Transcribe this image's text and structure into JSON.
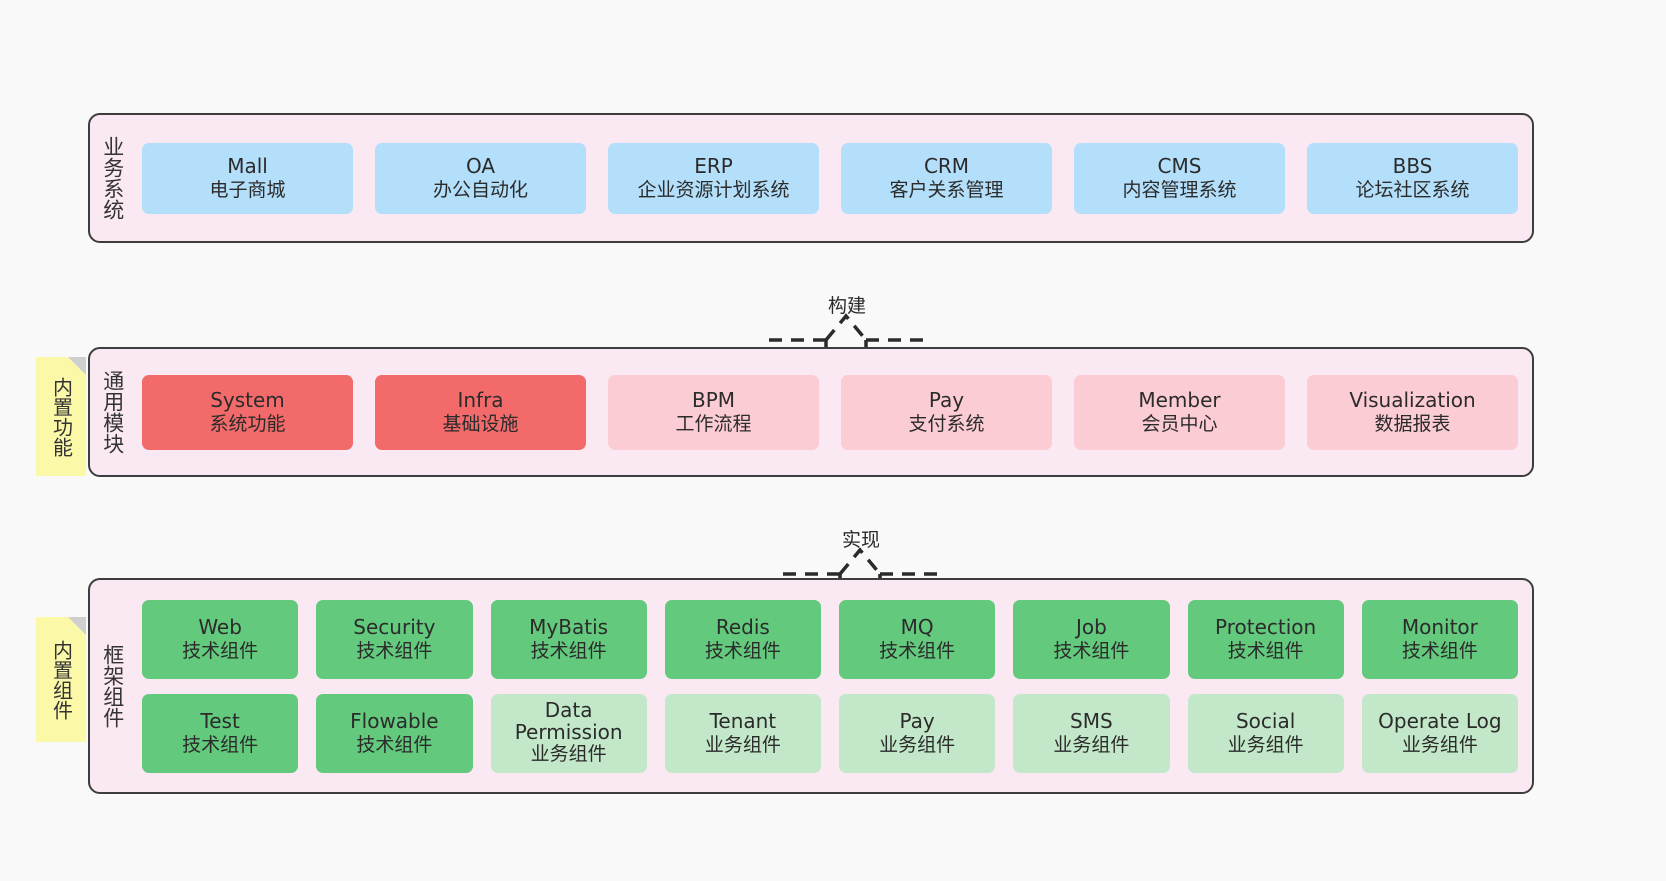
{
  "diagram": {
    "background_color": "#f9f9f9",
    "layer_fill": "#fae9f3",
    "layer_border": "#3d3d3d",
    "note_color": "#fbf8a8",
    "note_fold_color": "#cfcfcf"
  },
  "layers": [
    {
      "title": "业务系统",
      "note": null,
      "rows": [
        {
          "items": [
            {
              "en": "Mall",
              "cn": "电子商城",
              "color": "#b4dffb",
              "style": "c-blue"
            },
            {
              "en": "OA",
              "cn": "办公自动化",
              "color": "#b4dffb",
              "style": "c-blue"
            },
            {
              "en": "ERP",
              "cn": "企业资源计划系统",
              "color": "#b4dffb",
              "style": "c-blue"
            },
            {
              "en": "CRM",
              "cn": "客户关系管理",
              "color": "#b4dffb",
              "style": "c-blue"
            },
            {
              "en": "CMS",
              "cn": "内容管理系统",
              "color": "#b4dffb",
              "style": "c-blue"
            },
            {
              "en": "BBS",
              "cn": "论坛社区系统",
              "color": "#b4dffb",
              "style": "c-blue"
            }
          ]
        }
      ]
    },
    {
      "title": "通用模块",
      "note": "内置功能",
      "rows": [
        {
          "items": [
            {
              "en": "System",
              "cn": "系统功能",
              "color": "#f26a6a",
              "style": "c-red"
            },
            {
              "en": "Infra",
              "cn": "基础设施",
              "color": "#f26a6a",
              "style": "c-red"
            },
            {
              "en": "BPM",
              "cn": "工作流程",
              "color": "#fbccd4",
              "style": "c-pink"
            },
            {
              "en": "Pay",
              "cn": "支付系统",
              "color": "#fbccd4",
              "style": "c-pink"
            },
            {
              "en": "Member",
              "cn": "会员中心",
              "color": "#fbccd4",
              "style": "c-pink"
            },
            {
              "en": "Visualization",
              "cn": "数据报表",
              "color": "#fbccd4",
              "style": "c-pink"
            }
          ]
        }
      ]
    },
    {
      "title": "框架组件",
      "note": "内置组件",
      "rows": [
        {
          "items": [
            {
              "en": "Web",
              "cn": "技术组件",
              "color": "#62c97d",
              "style": "c-green"
            },
            {
              "en": "Security",
              "cn": "技术组件",
              "color": "#62c97d",
              "style": "c-green"
            },
            {
              "en": "MyBatis",
              "cn": "技术组件",
              "color": "#62c97d",
              "style": "c-green"
            },
            {
              "en": "Redis",
              "cn": "技术组件",
              "color": "#62c97d",
              "style": "c-green"
            },
            {
              "en": "MQ",
              "cn": "技术组件",
              "color": "#62c97d",
              "style": "c-green"
            },
            {
              "en": "Job",
              "cn": "技术组件",
              "color": "#62c97d",
              "style": "c-green"
            },
            {
              "en": "Protection",
              "cn": "技术组件",
              "color": "#62c97d",
              "style": "c-green"
            },
            {
              "en": "Monitor",
              "cn": "技术组件",
              "color": "#62c97d",
              "style": "c-green"
            }
          ]
        },
        {
          "items": [
            {
              "en": "Test",
              "cn": "技术组件",
              "color": "#62c97d",
              "style": "c-green"
            },
            {
              "en": "Flowable",
              "cn": "技术组件",
              "color": "#62c97d",
              "style": "c-green"
            },
            {
              "en": "Data Permission",
              "cn": "业务组件",
              "color": "#c3e8c9",
              "style": "c-greenlite"
            },
            {
              "en": "Tenant",
              "cn": "业务组件",
              "color": "#c3e8c9",
              "style": "c-greenlite"
            },
            {
              "en": "Pay",
              "cn": "业务组件",
              "color": "#c3e8c9",
              "style": "c-greenlite"
            },
            {
              "en": "SMS",
              "cn": "业务组件",
              "color": "#c3e8c9",
              "style": "c-greenlite"
            },
            {
              "en": "Social",
              "cn": "业务组件",
              "color": "#c3e8c9",
              "style": "c-greenlite"
            },
            {
              "en": "Operate Log",
              "cn": "业务组件",
              "color": "#c3e8c9",
              "style": "c-greenlite"
            }
          ]
        }
      ]
    }
  ],
  "connectors": [
    {
      "label": "构建"
    },
    {
      "label": "实现"
    }
  ]
}
